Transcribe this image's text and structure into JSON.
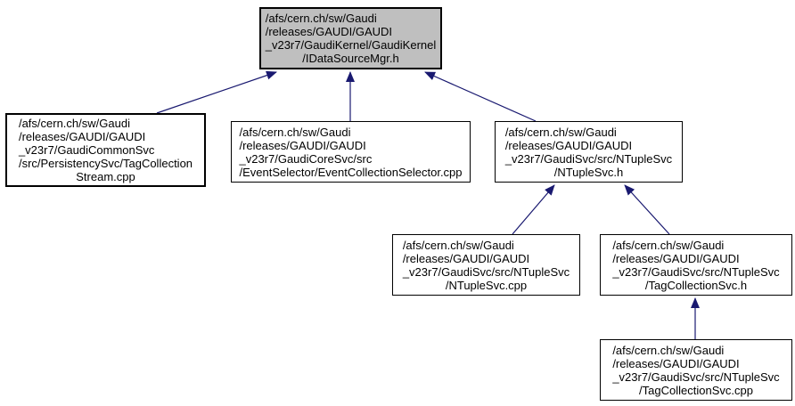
{
  "graph": {
    "type": "include-dependency-graph",
    "background_color": "#ffffff",
    "edge_color": "#191970",
    "current_node_fill": "#bfbfbf",
    "nodes": [
      {
        "id": "IDataSourceMgr.h",
        "kind": "current",
        "lines": [
          "/afs/cern.ch/sw/Gaudi",
          "/releases/GAUDI/GAUDI",
          "_v23r7/GaudiKernel/GaudiKernel",
          "/IDataSourceMgr.h"
        ]
      },
      {
        "id": "TagCollectionStream.cpp",
        "kind": "dependent",
        "lines": [
          "/afs/cern.ch/sw/Gaudi",
          "/releases/GAUDI/GAUDI",
          "_v23r7/GaudiCommonSvc",
          "/src/PersistencySvc/TagCollection",
          "Stream.cpp"
        ]
      },
      {
        "id": "EventCollectionSelector.cpp",
        "kind": "dependent",
        "lines": [
          "/afs/cern.ch/sw/Gaudi",
          "/releases/GAUDI/GAUDI",
          "_v23r7/GaudiCoreSvc/src",
          "/EventSelector/EventCollectionSelector.cpp"
        ]
      },
      {
        "id": "NTupleSvc.h",
        "kind": "dependent",
        "lines": [
          "/afs/cern.ch/sw/Gaudi",
          "/releases/GAUDI/GAUDI",
          "_v23r7/GaudiSvc/src/NTupleSvc",
          "/NTupleSvc.h"
        ]
      },
      {
        "id": "NTupleSvc.cpp",
        "kind": "dependent",
        "lines": [
          "/afs/cern.ch/sw/Gaudi",
          "/releases/GAUDI/GAUDI",
          "_v23r7/GaudiSvc/src/NTupleSvc",
          "/NTupleSvc.cpp"
        ]
      },
      {
        "id": "TagCollectionSvc.h",
        "kind": "dependent",
        "lines": [
          "/afs/cern.ch/sw/Gaudi",
          "/releases/GAUDI/GAUDI",
          "_v23r7/GaudiSvc/src/NTupleSvc",
          "/TagCollectionSvc.h"
        ]
      },
      {
        "id": "TagCollectionSvc.cpp",
        "kind": "dependent",
        "lines": [
          "/afs/cern.ch/sw/Gaudi",
          "/releases/GAUDI/GAUDI",
          "_v23r7/GaudiSvc/src/NTupleSvc",
          "/TagCollectionSvc.cpp"
        ]
      }
    ],
    "edges": [
      {
        "from": "TagCollectionStream.cpp",
        "to": "IDataSourceMgr.h"
      },
      {
        "from": "EventCollectionSelector.cpp",
        "to": "IDataSourceMgr.h"
      },
      {
        "from": "NTupleSvc.h",
        "to": "IDataSourceMgr.h"
      },
      {
        "from": "NTupleSvc.cpp",
        "to": "NTupleSvc.h"
      },
      {
        "from": "TagCollectionSvc.h",
        "to": "NTupleSvc.h"
      },
      {
        "from": "TagCollectionSvc.cpp",
        "to": "TagCollectionSvc.h"
      }
    ]
  }
}
